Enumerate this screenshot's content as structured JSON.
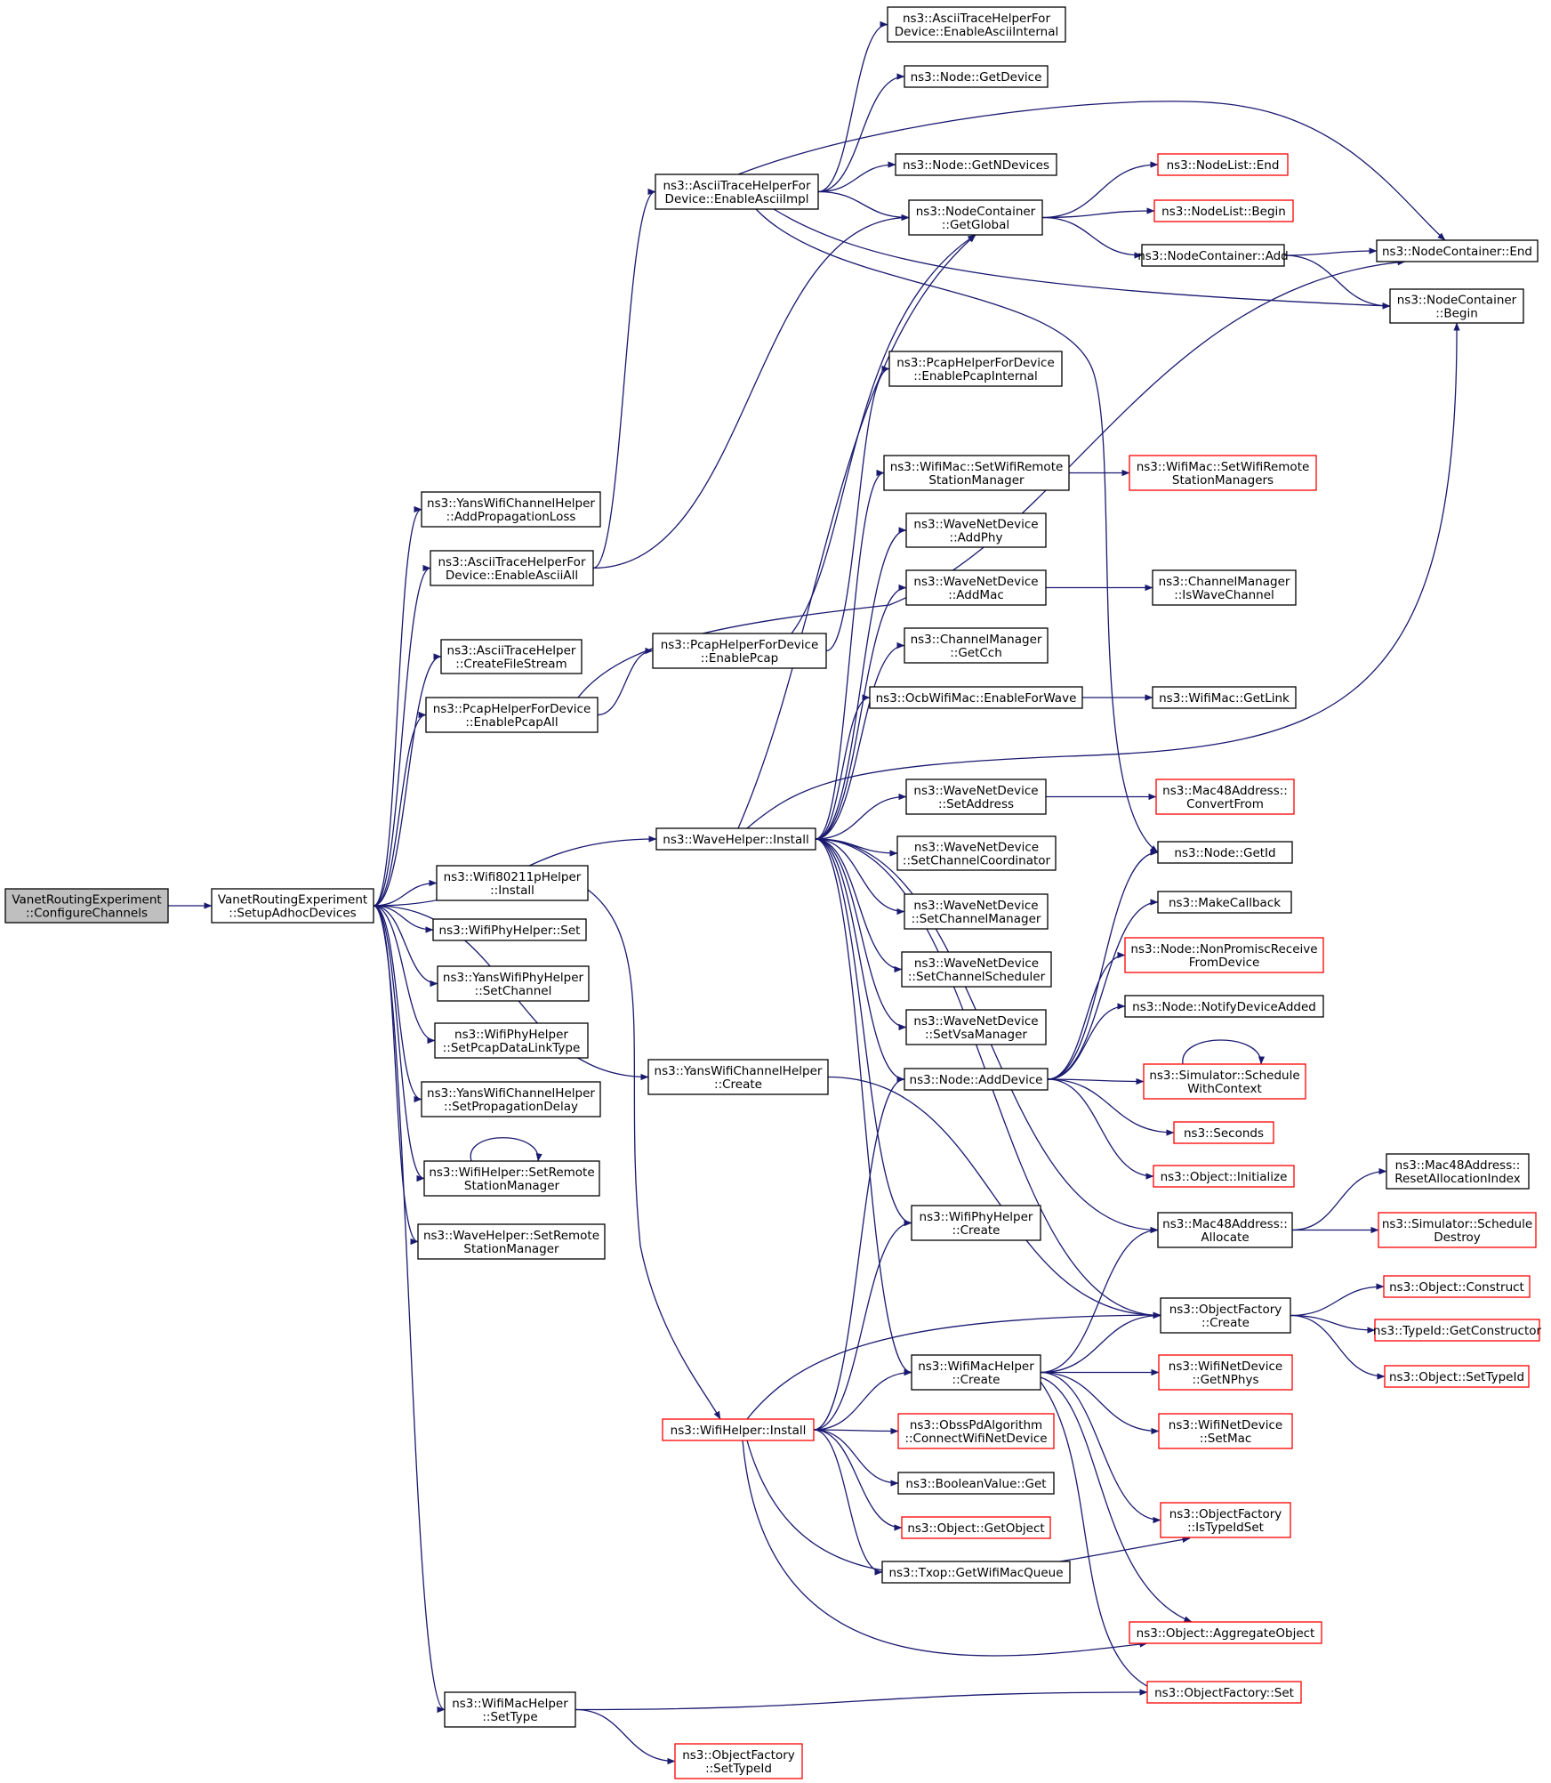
{
  "colors": {
    "edge": "#191970",
    "node_border": "#000000",
    "node_border_truncated": "#ff0000",
    "root_fill": "#bfbfbf",
    "node_fill": "#ffffff"
  },
  "nodes": [
    {
      "id": "n_root",
      "lines": [
        "VanetRoutingExperiment",
        "::ConfigureChannels"
      ],
      "style": "root"
    },
    {
      "id": "n_setup",
      "lines": [
        "VanetRoutingExperiment",
        "::SetupAdhocDevices"
      ],
      "style": "normal"
    },
    {
      "id": "n_ascii_internal",
      "lines": [
        "ns3::AsciiTraceHelperFor",
        "Device::EnableAsciiInternal"
      ],
      "style": "normal"
    },
    {
      "id": "n_node_getdevice",
      "lines": [
        "ns3::Node::GetDevice"
      ],
      "style": "normal"
    },
    {
      "id": "n_ascii_impl",
      "lines": [
        "ns3::AsciiTraceHelperFor",
        "Device::EnableAsciiImpl"
      ],
      "style": "normal"
    },
    {
      "id": "n_node_getndevices",
      "lines": [
        "ns3::Node::GetNDevices"
      ],
      "style": "normal"
    },
    {
      "id": "n_nodelist_end",
      "lines": [
        "ns3::NodeList::End"
      ],
      "style": "truncated"
    },
    {
      "id": "n_nodelist_begin",
      "lines": [
        "ns3::NodeList::Begin"
      ],
      "style": "truncated"
    },
    {
      "id": "n_nc_getglobal",
      "lines": [
        "ns3::NodeContainer",
        "::GetGlobal"
      ],
      "style": "normal"
    },
    {
      "id": "n_nc_add",
      "lines": [
        "ns3::NodeContainer::Add"
      ],
      "style": "normal"
    },
    {
      "id": "n_nc_end",
      "lines": [
        "ns3::NodeContainer::End"
      ],
      "style": "normal"
    },
    {
      "id": "n_nc_begin",
      "lines": [
        "ns3::NodeContainer",
        "::Begin"
      ],
      "style": "normal"
    },
    {
      "id": "n_pcap_internal",
      "lines": [
        "ns3::PcapHelperForDevice",
        "::EnablePcapInternal"
      ],
      "style": "normal"
    },
    {
      "id": "n_yans_addloss",
      "lines": [
        "ns3::YansWifiChannelHelper",
        "::AddPropagationLoss"
      ],
      "style": "normal"
    },
    {
      "id": "n_ascii_all",
      "lines": [
        "ns3::AsciiTraceHelperFor",
        "Device::EnableAsciiAll"
      ],
      "style": "normal"
    },
    {
      "id": "n_wifimac_setrsm",
      "lines": [
        "ns3::WifiMac::SetWifiRemote",
        "StationManager"
      ],
      "style": "normal"
    },
    {
      "id": "n_wifimac_setrsms",
      "lines": [
        "ns3::WifiMac::SetWifiRemote",
        "StationManagers"
      ],
      "style": "truncated"
    },
    {
      "id": "n_wnd_addphy",
      "lines": [
        "ns3::WaveNetDevice",
        "::AddPhy"
      ],
      "style": "normal"
    },
    {
      "id": "n_wnd_addmac",
      "lines": [
        "ns3::WaveNetDevice",
        "::AddMac"
      ],
      "style": "normal"
    },
    {
      "id": "n_cm_iswave",
      "lines": [
        "ns3::ChannelManager",
        "::IsWaveChannel"
      ],
      "style": "normal"
    },
    {
      "id": "n_ascii_createfs",
      "lines": [
        "ns3::AsciiTraceHelper",
        "::CreateFileStream"
      ],
      "style": "normal"
    },
    {
      "id": "n_pcap_enable",
      "lines": [
        "ns3::PcapHelperForDevice",
        "::EnablePcap"
      ],
      "style": "normal"
    },
    {
      "id": "n_cm_getcch",
      "lines": [
        "ns3::ChannelManager",
        "::GetCch"
      ],
      "style": "normal"
    },
    {
      "id": "n_pcap_all",
      "lines": [
        "ns3::PcapHelperForDevice",
        "::EnablePcapAll"
      ],
      "style": "normal"
    },
    {
      "id": "n_ocb_enable",
      "lines": [
        "ns3::OcbWifiMac::EnableForWave"
      ],
      "style": "normal"
    },
    {
      "id": "n_wifimac_getlink",
      "lines": [
        "ns3::WifiMac::GetLink"
      ],
      "style": "normal"
    },
    {
      "id": "n_wnd_setaddr",
      "lines": [
        "ns3::WaveNetDevice",
        "::SetAddress"
      ],
      "style": "normal"
    },
    {
      "id": "n_mac48_convert",
      "lines": [
        "ns3::Mac48Address::",
        "ConvertFrom"
      ],
      "style": "truncated"
    },
    {
      "id": "n_wave_install",
      "lines": [
        "ns3::WaveHelper::Install"
      ],
      "style": "normal"
    },
    {
      "id": "n_wnd_setcc",
      "lines": [
        "ns3::WaveNetDevice",
        "::SetChannelCoordinator"
      ],
      "style": "normal"
    },
    {
      "id": "n_node_getid",
      "lines": [
        "ns3::Node::GetId"
      ],
      "style": "normal"
    },
    {
      "id": "n_w80211p_install",
      "lines": [
        "ns3::Wifi80211pHelper",
        "::Install"
      ],
      "style": "normal"
    },
    {
      "id": "n_makecallback",
      "lines": [
        "ns3::MakeCallback"
      ],
      "style": "normal"
    },
    {
      "id": "n_wnd_setcm",
      "lines": [
        "ns3::WaveNetDevice",
        "::SetChannelManager"
      ],
      "style": "normal"
    },
    {
      "id": "n_wifiphy_set",
      "lines": [
        "ns3::WifiPhyHelper::Set"
      ],
      "style": "normal"
    },
    {
      "id": "n_node_nonpromisc",
      "lines": [
        "ns3::Node::NonPromiscReceive",
        "FromDevice"
      ],
      "style": "truncated"
    },
    {
      "id": "n_wnd_setcs",
      "lines": [
        "ns3::WaveNetDevice",
        "::SetChannelScheduler"
      ],
      "style": "normal"
    },
    {
      "id": "n_yansphy_setch",
      "lines": [
        "ns3::YansWifiPhyHelper",
        "::SetChannel"
      ],
      "style": "normal"
    },
    {
      "id": "n_node_notify",
      "lines": [
        "ns3::Node::NotifyDeviceAdded"
      ],
      "style": "normal"
    },
    {
      "id": "n_wnd_setvsa",
      "lines": [
        "ns3::WaveNetDevice",
        "::SetVsaManager"
      ],
      "style": "normal"
    },
    {
      "id": "n_wifiphy_setpcap",
      "lines": [
        "ns3::WifiPhyHelper",
        "::SetPcapDataLinkType"
      ],
      "style": "normal"
    },
    {
      "id": "n_yanschan_create",
      "lines": [
        "ns3::YansWifiChannelHelper",
        "::Create"
      ],
      "style": "normal"
    },
    {
      "id": "n_node_adddevice",
      "lines": [
        "ns3::Node::AddDevice"
      ],
      "style": "normal"
    },
    {
      "id": "n_sim_schedwc",
      "lines": [
        "ns3::Simulator::Schedule",
        "WithContext"
      ],
      "style": "truncated"
    },
    {
      "id": "n_yanschan_setdelay",
      "lines": [
        "ns3::YansWifiChannelHelper",
        "::SetPropagationDelay"
      ],
      "style": "normal"
    },
    {
      "id": "n_seconds",
      "lines": [
        "ns3::Seconds"
      ],
      "style": "truncated"
    },
    {
      "id": "n_wifihelper_setrsm",
      "lines": [
        "ns3::WifiHelper::SetRemote",
        "StationManager"
      ],
      "style": "normal"
    },
    {
      "id": "n_object_init",
      "lines": [
        "ns3::Object::Initialize"
      ],
      "style": "truncated"
    },
    {
      "id": "n_mac48_resetidx",
      "lines": [
        "ns3::Mac48Address::",
        "ResetAllocationIndex"
      ],
      "style": "normal"
    },
    {
      "id": "n_wifiphy_create",
      "lines": [
        "ns3::WifiPhyHelper",
        "::Create"
      ],
      "style": "normal"
    },
    {
      "id": "n_wavehelper_setrsm",
      "lines": [
        "ns3::WaveHelper::SetRemote",
        "StationManager"
      ],
      "style": "normal"
    },
    {
      "id": "n_mac48_allocate",
      "lines": [
        "ns3::Mac48Address::",
        "Allocate"
      ],
      "style": "normal"
    },
    {
      "id": "n_sim_scheddestroy",
      "lines": [
        "ns3::Simulator::Schedule",
        "Destroy"
      ],
      "style": "truncated"
    },
    {
      "id": "n_object_construct",
      "lines": [
        "ns3::Object::Construct"
      ],
      "style": "truncated"
    },
    {
      "id": "n_of_create",
      "lines": [
        "ns3::ObjectFactory",
        "::Create"
      ],
      "style": "normal"
    },
    {
      "id": "n_typeid_getctor",
      "lines": [
        "ns3::TypeId::GetConstructor"
      ],
      "style": "truncated"
    },
    {
      "id": "n_wifimachelper_create",
      "lines": [
        "ns3::WifiMacHelper",
        "::Create"
      ],
      "style": "normal"
    },
    {
      "id": "n_object_settypeid",
      "lines": [
        "ns3::Object::SetTypeId"
      ],
      "style": "truncated"
    },
    {
      "id": "n_wifind_getnphys",
      "lines": [
        "ns3::WifiNetDevice",
        "::GetNPhys"
      ],
      "style": "truncated"
    },
    {
      "id": "n_wifihelper_install",
      "lines": [
        "ns3::WifiHelper::Install"
      ],
      "style": "truncated"
    },
    {
      "id": "n_obsspd_connect",
      "lines": [
        "ns3::ObssPdAlgorithm",
        "::ConnectWifiNetDevice"
      ],
      "style": "truncated"
    },
    {
      "id": "n_wifind_setmac",
      "lines": [
        "ns3::WifiNetDevice",
        "::SetMac"
      ],
      "style": "truncated"
    },
    {
      "id": "n_boolvalue_get",
      "lines": [
        "ns3::BooleanValue::Get"
      ],
      "style": "normal"
    },
    {
      "id": "n_object_getobject",
      "lines": [
        "ns3::Object::GetObject"
      ],
      "style": "truncated"
    },
    {
      "id": "n_of_istypeidset",
      "lines": [
        "ns3::ObjectFactory",
        "::IsTypeIdSet"
      ],
      "style": "truncated"
    },
    {
      "id": "n_txop_getqueue",
      "lines": [
        "ns3::Txop::GetWifiMacQueue"
      ],
      "style": "normal"
    },
    {
      "id": "n_object_aggregate",
      "lines": [
        "ns3::Object::AggregateObject"
      ],
      "style": "truncated"
    },
    {
      "id": "n_wifimachelper_settype",
      "lines": [
        "ns3::WifiMacHelper",
        "::SetType"
      ],
      "style": "normal"
    },
    {
      "id": "n_of_set",
      "lines": [
        "ns3::ObjectFactory::Set"
      ],
      "style": "truncated"
    },
    {
      "id": "n_of_settypeid",
      "lines": [
        "ns3::ObjectFactory",
        "::SetTypeId"
      ],
      "style": "truncated"
    }
  ]
}
